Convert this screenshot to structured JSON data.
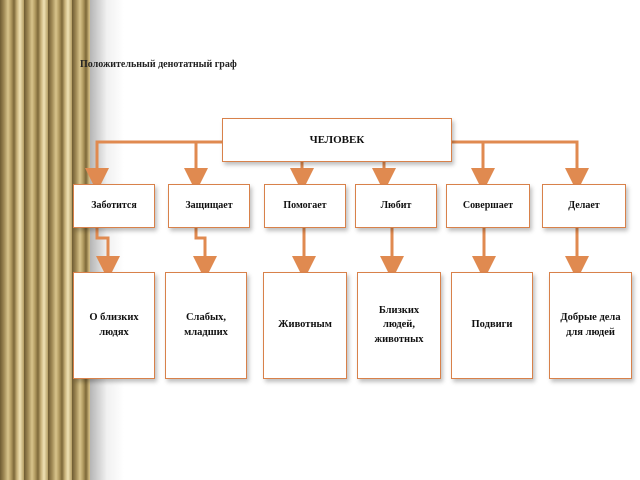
{
  "title": "Положительный денотатный граф",
  "colors": {
    "box_border": "#d8814a",
    "connector": "#e08a50"
  },
  "root": "ЧЕЛОВЕК",
  "branches": [
    {
      "verb": "Заботится",
      "object": "О близких\nлюдях"
    },
    {
      "verb": "Защищает",
      "object": "Слабых,\nмладших"
    },
    {
      "verb": "Помогает",
      "object": "Животным"
    },
    {
      "verb": "Любит",
      "object": "Близких\nлюдей,\nживотных"
    },
    {
      "verb": "Совершает",
      "object": "Подвиги"
    },
    {
      "verb": "Делает",
      "object": "Добрые дела\nдля людей"
    }
  ]
}
